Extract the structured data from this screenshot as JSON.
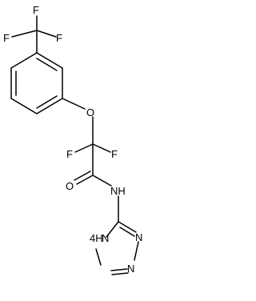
{
  "molecule": {
    "atoms": {
      "f_cf3_top": "F",
      "f_cf3_left": "F",
      "f_cf3_right": "F",
      "o_ether": "O",
      "f_cf2_left": "F",
      "f_cf2_right": "F",
      "o_carbonyl": "O",
      "nh_amide": "NH",
      "n_triazole_1": "N",
      "n_triazole_2": "N",
      "nh_triazole": "4H",
      "nh_triazole_n": "N"
    }
  }
}
